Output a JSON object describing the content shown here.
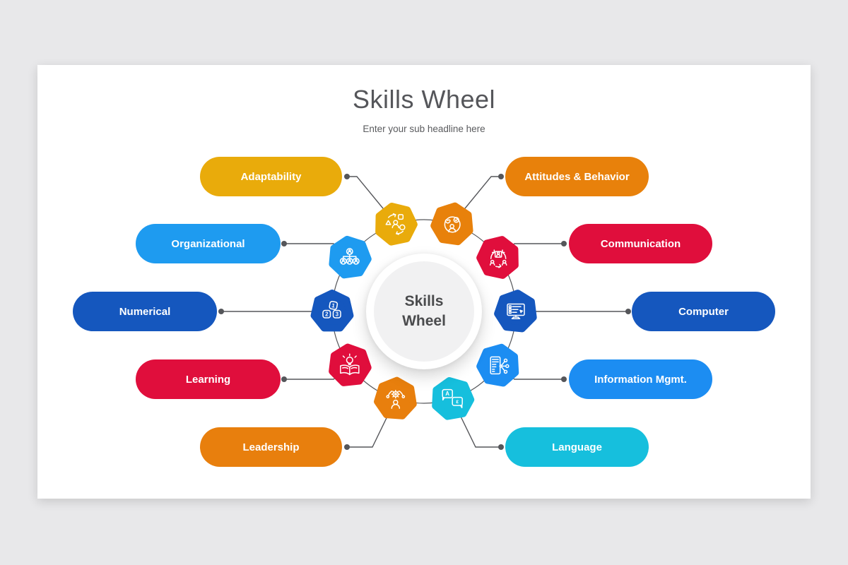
{
  "header": {
    "title": "Skills Wheel",
    "subtitle": "Enter your sub headline here"
  },
  "center": {
    "line1": "Skills",
    "line2": "Wheel"
  },
  "diagram": {
    "background": "#E8E8EA",
    "slide_background": "#FFFFFF",
    "line_color": "#55565A",
    "center_fill": "#F1F1F2"
  },
  "icons": {
    "numerical_digits": [
      "1",
      "2",
      "3"
    ],
    "language_letters": [
      "A",
      "ε"
    ]
  },
  "skills": [
    {
      "label": "Adaptability",
      "color": "#E9AB0B",
      "icon": "adaptability-icon"
    },
    {
      "label": "Organizational",
      "color": "#1E9BF0",
      "icon": "organizational-icon"
    },
    {
      "label": "Numerical",
      "color": "#1557BE",
      "icon": "numerical-icon"
    },
    {
      "label": "Learning",
      "color": "#E00E3C",
      "icon": "learning-icon"
    },
    {
      "label": "Leadership",
      "color": "#E87F0D",
      "icon": "leadership-icon"
    },
    {
      "label": "Attitudes & Behavior",
      "color": "#E8810B",
      "icon": "attitudes-behavior-icon"
    },
    {
      "label": "Communication",
      "color": "#E00E3C",
      "icon": "communication-icon"
    },
    {
      "label": "Computer",
      "color": "#1557BE",
      "icon": "computer-icon"
    },
    {
      "label": "Information Mgmt.",
      "color": "#1C8DF2",
      "icon": "information-mgmt-icon"
    },
    {
      "label": "Language",
      "color": "#16BFDD",
      "icon": "language-icon"
    }
  ]
}
